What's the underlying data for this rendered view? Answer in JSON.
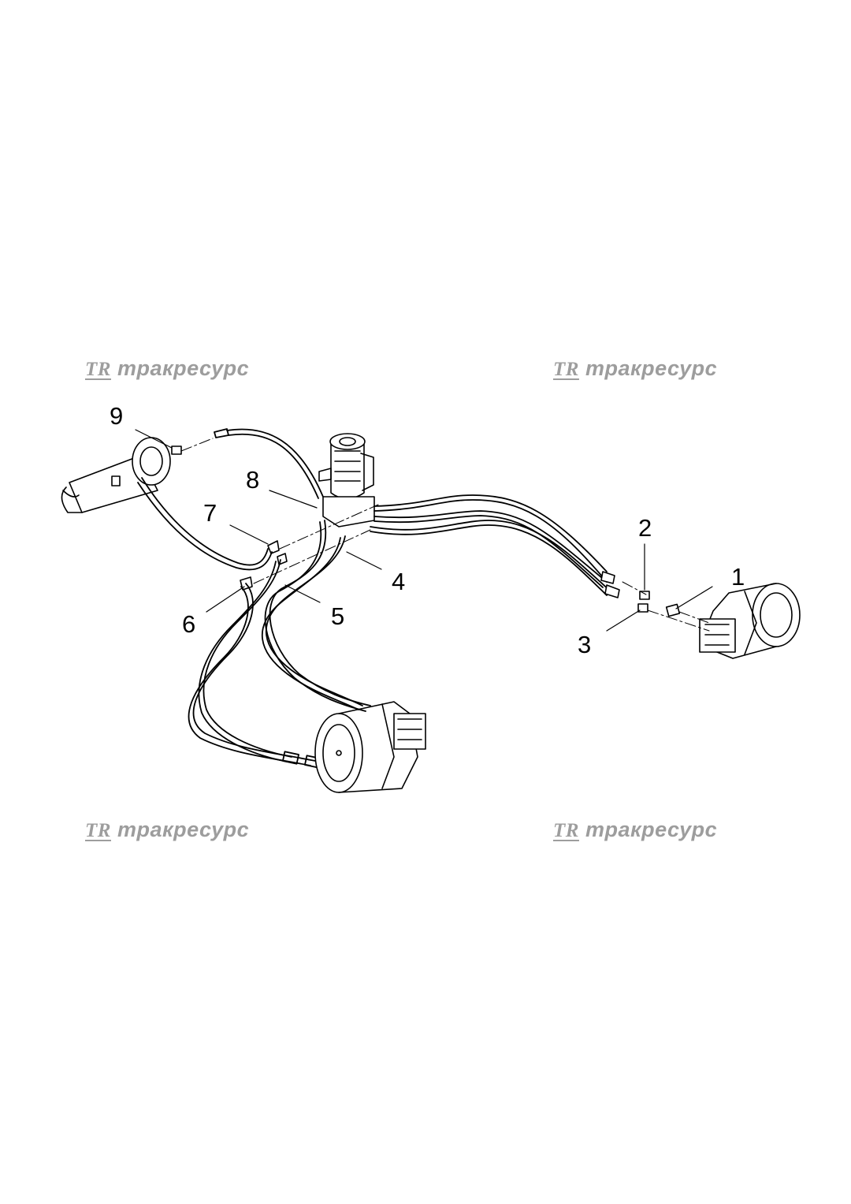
{
  "watermarks": [
    {
      "logo": "TR",
      "text": "тракресурс"
    },
    {
      "logo": "TR",
      "text": "тракресурс"
    },
    {
      "logo": "TR",
      "text": "тракресурс"
    },
    {
      "logo": "TR",
      "text": "тракресурс"
    }
  ],
  "callouts": [
    "1",
    "2",
    "3",
    "4",
    "5",
    "6",
    "7",
    "8",
    "9"
  ],
  "colors": {
    "line": "#000000",
    "watermark": "#8c8c8c",
    "background": "#ffffff"
  }
}
